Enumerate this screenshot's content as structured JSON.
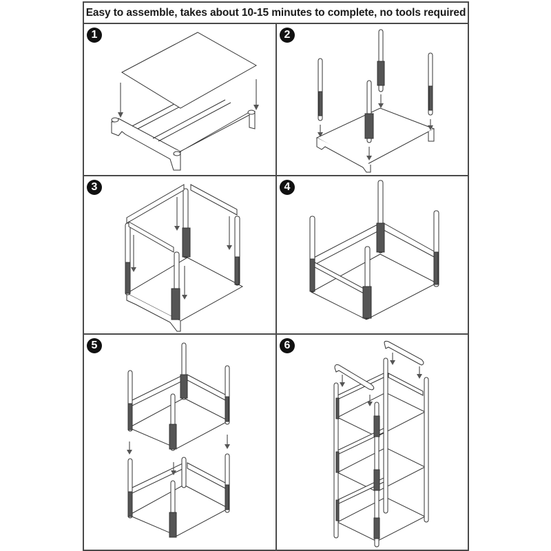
{
  "title": "Easy to assemble, takes about 10-15 minutes to complete, no tools required",
  "steps": [
    {
      "number": "1",
      "description": "Place shelf panel onto base frame"
    },
    {
      "number": "2",
      "description": "Insert four poles into base corners"
    },
    {
      "number": "3",
      "description": "Slide side fence panels onto poles"
    },
    {
      "number": "4",
      "description": "Assembled single tier with poles"
    },
    {
      "number": "5",
      "description": "Stack second tier onto poles"
    },
    {
      "number": "6",
      "description": "Stack third tier and attach top handles"
    }
  ],
  "colors": {
    "border": "#4a4a4a",
    "badge": "#111111",
    "line": "#333333",
    "arrow": "#555555"
  }
}
